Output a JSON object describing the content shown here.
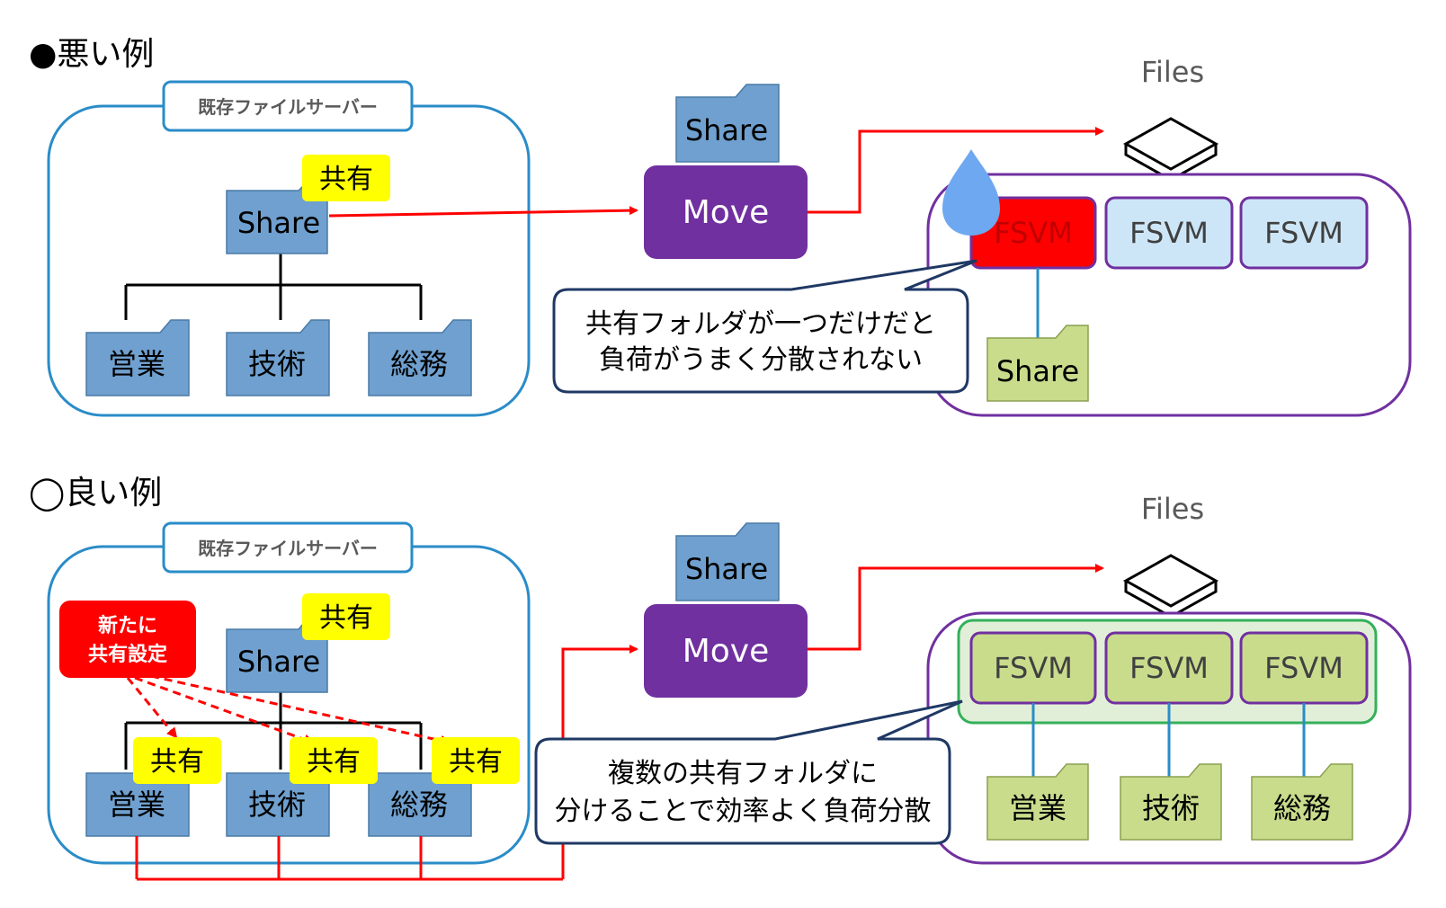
{
  "bad": {
    "heading": "●悪い例",
    "server_label": "既存ファイルサーバー",
    "share_tag": "共有",
    "share_folder": "Share",
    "subfolders": [
      "営業",
      "技術",
      "総務"
    ],
    "move_folder": "Share",
    "move_label": "Move",
    "files_label": "Files",
    "fsvm": [
      "FSVM",
      "FSVM",
      "FSVM"
    ],
    "result_folder": "Share",
    "callout": [
      "共有フォルダが一つだけだと",
      "負荷がうまく分散されない"
    ]
  },
  "good": {
    "heading": "◯良い例",
    "server_label": "既存ファイルサーバー",
    "share_tag": "共有",
    "share_folder": "Share",
    "new_share": [
      "新たに",
      "共有設定"
    ],
    "subfolders": [
      "営業",
      "技術",
      "総務"
    ],
    "sub_tags": [
      "共有",
      "共有",
      "共有"
    ],
    "move_folder": "Share",
    "move_label": "Move",
    "files_label": "Files",
    "fsvm": [
      "FSVM",
      "FSVM",
      "FSVM"
    ],
    "result_folders": [
      "営業",
      "技術",
      "総務"
    ],
    "callout": [
      "複数の共有フォルダに",
      "分けることで効率よく負荷分散"
    ]
  },
  "colors": {
    "folder_blue": "#6fa0cf",
    "folder_green": "#c8dc8c",
    "server_border": "#2a8cc8",
    "cluster_border": "#7030a0",
    "move_purple": "#7030a0",
    "fsvm_fill": "#cde6f7",
    "fsvm_hot": "#ff0000",
    "fsvm_green": "#c8dc8c",
    "group_green": "#34b05a",
    "tag_yellow": "#ffff00",
    "arrow_red": "#ff0000",
    "callout_border": "#1f3864",
    "drop_blue": "#6ea8f0"
  }
}
